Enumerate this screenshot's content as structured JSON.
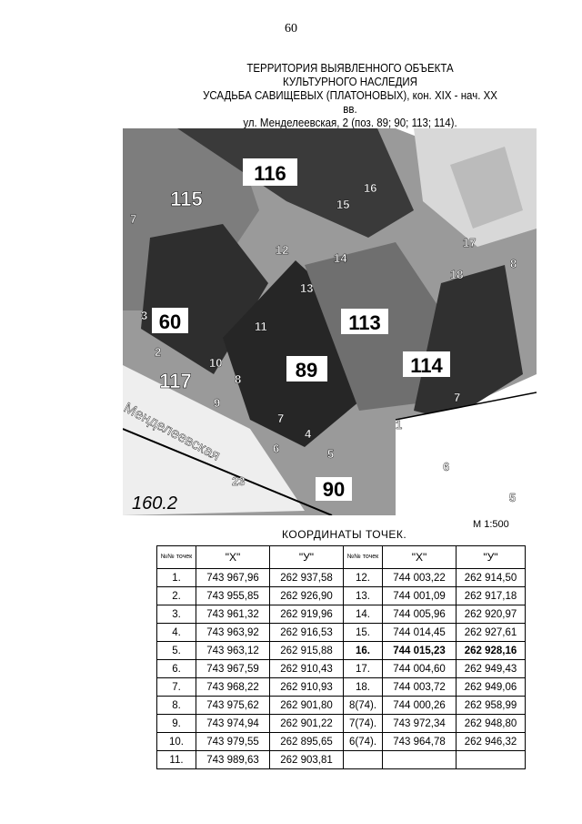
{
  "page_number": "60",
  "title_lines": [
    "ТЕРРИТОРИЯ ВЫЯВЛЕННОГО ОБЪЕКТА",
    "КУЛЬТУРНОГО НАСЛЕДИЯ",
    "УСАДЬБА САВИЩЕВЫХ (ПЛАТОНОВЫХ), кон. XIX - нач. XX вв.",
    "ул. Менделеевская, 2 (поз. 89; 90; 113; 114)."
  ],
  "map": {
    "lots": [
      "116",
      "115",
      "60",
      "117",
      "89",
      "113",
      "114",
      "90"
    ],
    "points": [
      "1",
      "2",
      "3",
      "4",
      "5",
      "6",
      "7",
      "8",
      "9",
      "10",
      "11",
      "12",
      "13",
      "14",
      "15",
      "16",
      "17",
      "18",
      "23",
      "5",
      "6",
      "7",
      "8",
      "7"
    ],
    "street": "Менделеевская",
    "elevation": "160.2"
  },
  "scale": "М 1:500",
  "coords_title": "КООРДИНАТЫ ТОЧЕК.",
  "table": {
    "headers": [
      "№№ точек",
      "\"X\"",
      "\"У\"",
      "№№ точек",
      "\"X\"",
      "\"У\""
    ],
    "rows": [
      [
        "1.",
        "743 967,96",
        "262 937,58",
        "12.",
        "744 003,22",
        "262 914,50"
      ],
      [
        "2.",
        "743 955,85",
        "262 926,90",
        "13.",
        "744 001,09",
        "262 917,18"
      ],
      [
        "3.",
        "743 961,32",
        "262 919,96",
        "14.",
        "744 005,96",
        "262 920,97"
      ],
      [
        "4.",
        "743 963,92",
        "262 916,53",
        "15.",
        "744 014,45",
        "262 927,61"
      ],
      [
        "5.",
        "743 963,12",
        "262 915,88",
        "16.",
        "744 015,23",
        "262 928,16"
      ],
      [
        "6.",
        "743 967,59",
        "262 910,43",
        "17.",
        "744 004,60",
        "262 949,43"
      ],
      [
        "7.",
        "743 968,22",
        "262 910,93",
        "18.",
        "744 003,72",
        "262 949,06"
      ],
      [
        "8.",
        "743 975,62",
        "262 901,80",
        "8(74).",
        "744 000,26",
        "262 958,99"
      ],
      [
        "9.",
        "743 974,94",
        "262 901,22",
        "7(74).",
        "743 972,34",
        "262 948,80"
      ],
      [
        "10.",
        "743 979,55",
        "262 895,65",
        "6(74).",
        "743 964,78",
        "262 946,32"
      ],
      [
        "11.",
        "743 989,63",
        "262 903,81",
        "",
        "",
        ""
      ]
    ]
  }
}
